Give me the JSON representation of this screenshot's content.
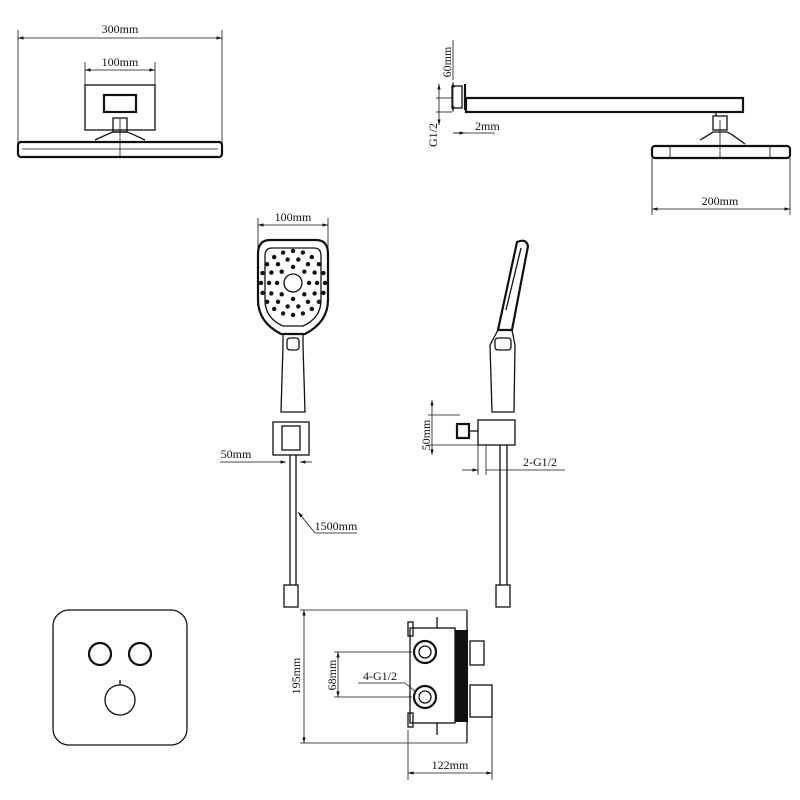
{
  "title": "Shower system dimension drawing",
  "dimensions": {
    "rain_head_width": "300mm",
    "rain_head_box_width": "100mm",
    "arm_flange_height": "60mm",
    "arm_thread": "G1/2",
    "arm_gap": "2mm",
    "rain_head_depth": "200mm",
    "hand_shower_width": "100mm",
    "holder_width": "50mm",
    "hose_length": "1500mm",
    "outlet_height": "50mm",
    "outlet_thread": "2-G1/2",
    "valve_height": "195mm",
    "inlet_spacing": "68mm",
    "valve_threads": "4-G1/2",
    "valve_depth": "122mm"
  },
  "colors": {
    "line": "#111111",
    "background": "#ffffff"
  }
}
